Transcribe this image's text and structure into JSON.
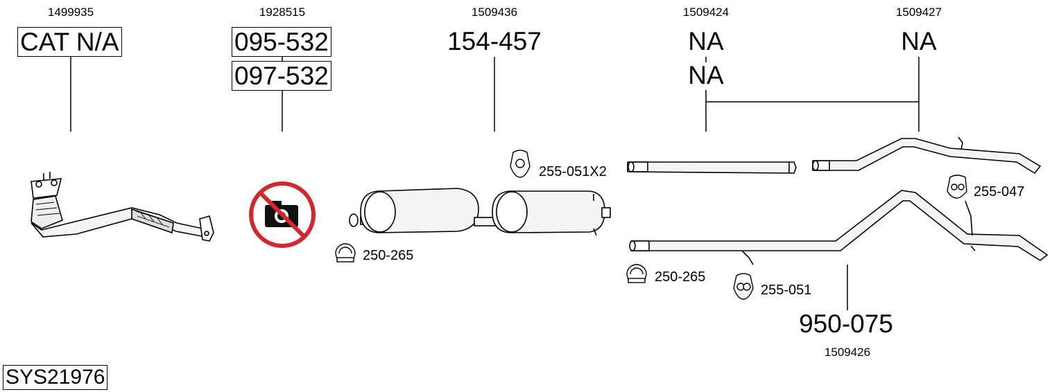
{
  "system_id": "SYS21976",
  "columns": [
    {
      "ref": "1499935",
      "parts": [
        "CAT N/A"
      ]
    },
    {
      "ref": "1928515",
      "parts": [
        "095-532",
        "097-532"
      ]
    },
    {
      "ref": "1509436",
      "parts": [
        "154-457"
      ]
    },
    {
      "ref": "1509424",
      "parts": [
        "NA",
        "NA"
      ]
    },
    {
      "ref": "1509427",
      "parts": [
        "NA"
      ]
    }
  ],
  "rear_pipe": {
    "ref": "1509426",
    "part": "950-075"
  },
  "accessories": [
    "255-051X2",
    "250-265",
    "250-265",
    "255-051",
    "255-047"
  ],
  "icons": [
    "catalytic-converter-icon",
    "no-photo-icon",
    "silencer-icon",
    "clamp-icon",
    "rubber-mount-icon",
    "pipe-icon"
  ]
}
